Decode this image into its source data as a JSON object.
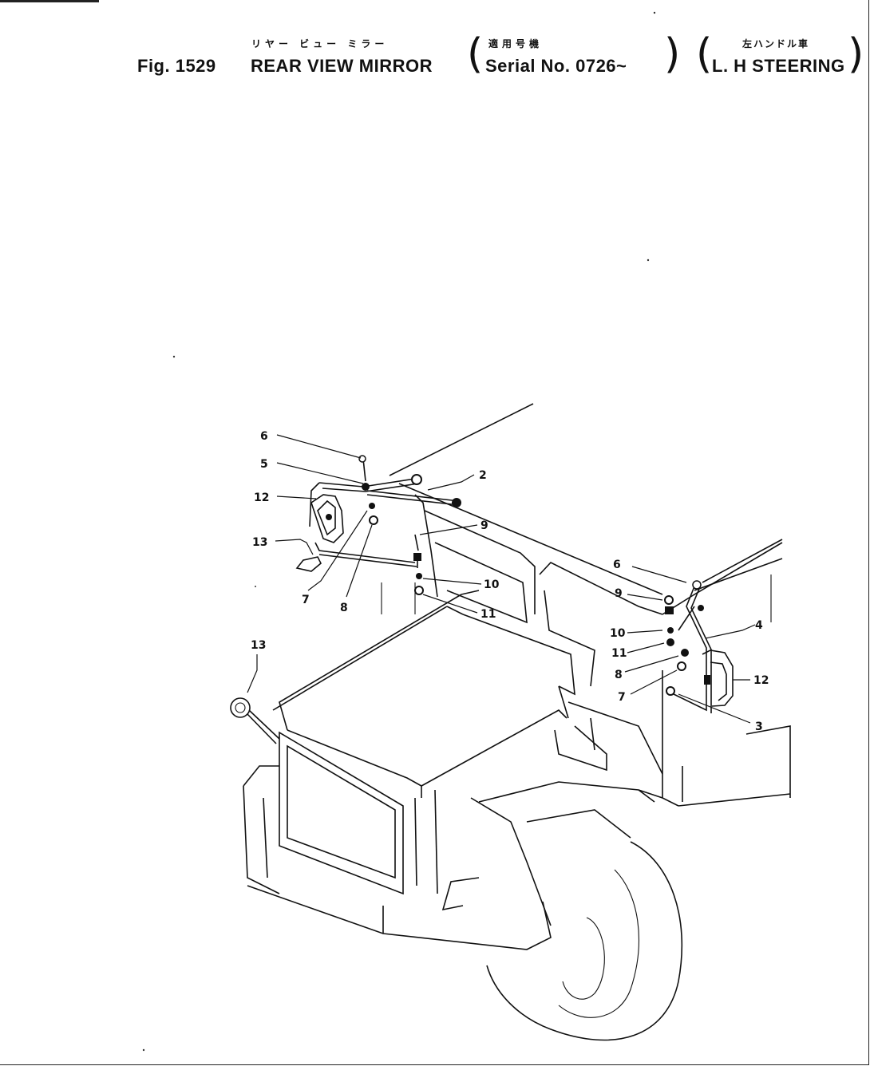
{
  "header": {
    "fig_label": "Fig. 1529",
    "title_en": "REAR VIEW MIRROR",
    "title_jp": "リヤー ビュー ミラー",
    "serial_jp": "適用号機",
    "serial_en": "Serial No. 0726~",
    "steering_jp": "左ハンドル車",
    "steering_en": "L. H STEERING"
  },
  "callouts": {
    "c2": "2",
    "c3": "3",
    "c4": "4",
    "c5": "5",
    "c6a": "6",
    "c6b": "6",
    "c7a": "7",
    "c7b": "7",
    "c8a": "8",
    "c8b": "8",
    "c9a": "9",
    "c9b": "9",
    "c10a": "10",
    "c10b": "10",
    "c11a": "11",
    "c11b": "11",
    "c12a": "12",
    "c12b": "12",
    "c13a": "13",
    "c13b": "13"
  }
}
